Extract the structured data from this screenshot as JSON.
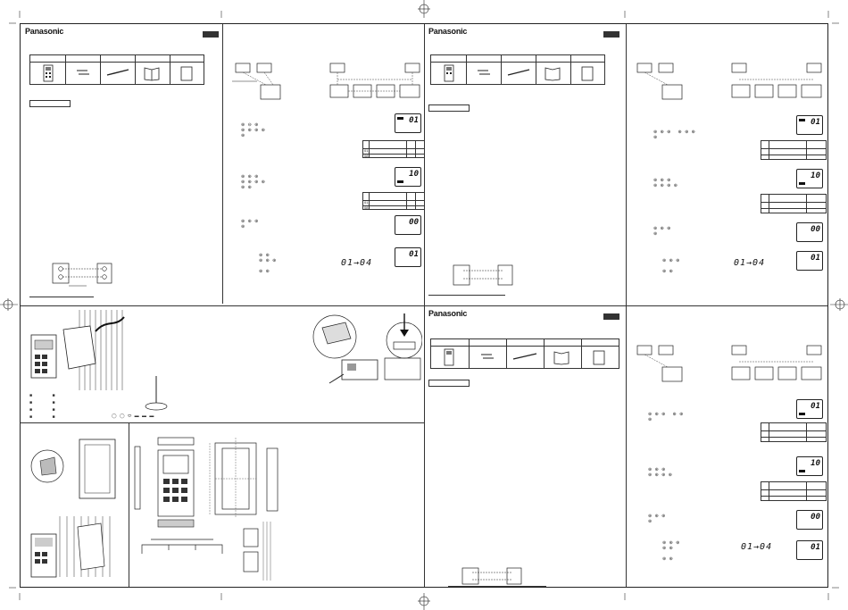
{
  "brand": "Panasonic",
  "sheet1": {
    "sequence": "01→04",
    "display_values": [
      "01",
      "10",
      "00",
      "01"
    ]
  },
  "sheet2": {
    "sequence": "01→04",
    "display_values": [
      "01",
      "10",
      "00",
      "01"
    ]
  },
  "sheet3": {
    "sequence": "01→04",
    "display_values": [
      "01",
      "10",
      "00",
      "01"
    ]
  },
  "table_rows": {
    "row1": "01",
    "row2": "08",
    "row3": "01",
    "row4": "08"
  },
  "icons": {
    "crop_mark": "crosshair-registration-icon"
  }
}
